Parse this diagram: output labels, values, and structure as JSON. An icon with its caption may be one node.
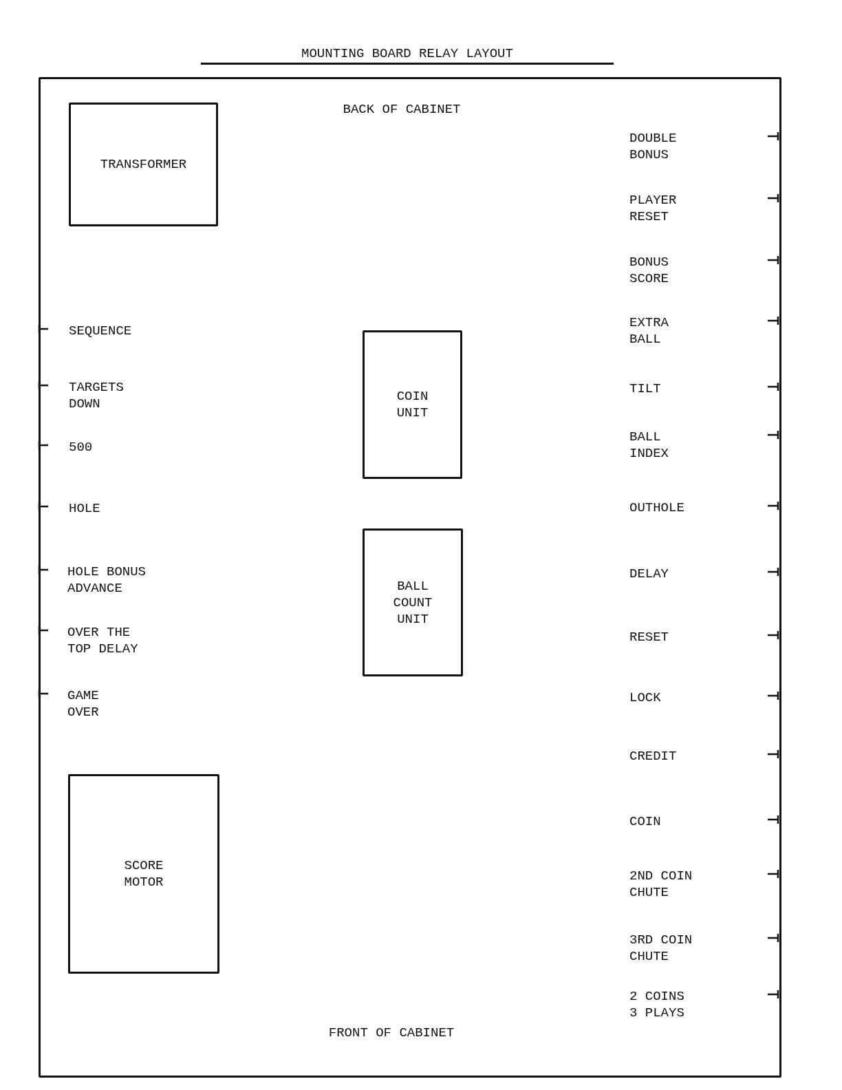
{
  "diagram": {
    "title": "MOUNTING BOARD RELAY LAYOUT",
    "nodes": [
      {
        "text": [],
        "shape": "box"
      },
      {
        "text": [
          "TRANSFORMER"
        ],
        "in": 0
      },
      {
        "text": [
          "COIN UNIT"
        ],
        "in": 0
      },
      {
        "text": [
          "BALL COUNT UNIT"
        ],
        "in": 0
      },
      {
        "text": [
          "SCORE MOTOR"
        ],
        "in": 0
      }
    ],
    "edges": [],
    "labels": [
      "BACK OF CABINET",
      "DOUBLE BONUS",
      "PLAYER RESET",
      "BONUS SCORE",
      "SEQUENCE",
      "EXTRA BALL",
      "TARGETS DOWN",
      "TILT",
      "500",
      "BALL INDEX",
      "HOLE",
      "OUTHOLE",
      "HOLE BONUS ADVANCE",
      "DELAY",
      "OVER THE TOP DELAY",
      "RESET",
      "GAME OVER",
      "LOCK",
      "CREDIT",
      "COIN",
      "2ND COIN CHUTE",
      "3RD COIN CHUTE",
      "2 COINS 3 PLAYS",
      "FRONT OF CABINET"
    ]
  }
}
